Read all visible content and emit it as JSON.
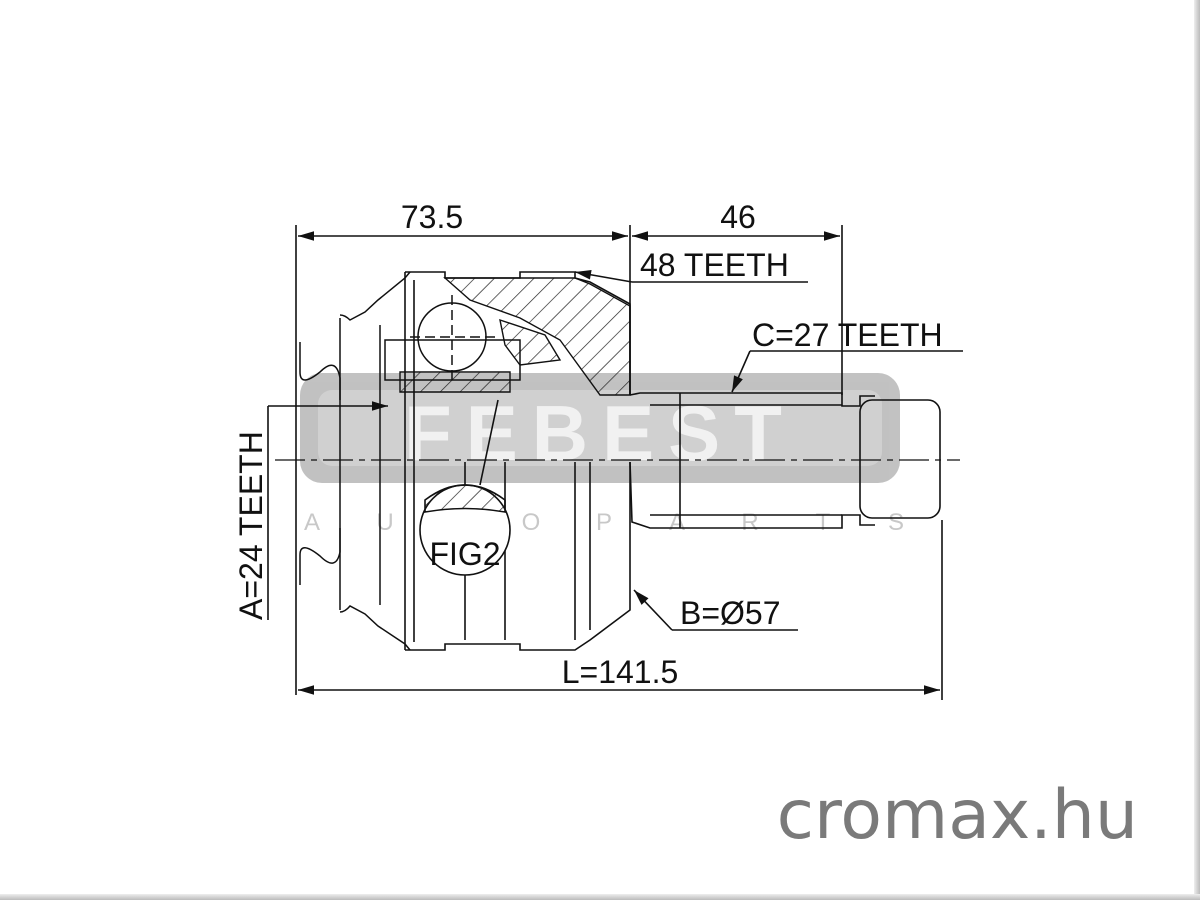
{
  "dimensions": {
    "length_73_5": "73.5",
    "length_46": "46",
    "teeth_48": "48 TEETH",
    "teeth_c": "C=27 TEETH",
    "teeth_a": "A=24 TEETH",
    "diameter_b": "B=Ø57",
    "length_l": "L=141.5",
    "fig_label": "FIG2"
  },
  "watermark": {
    "brand": "FEBEST",
    "tagline_letters": [
      "A",
      "U",
      "T",
      "O",
      "P",
      "A",
      "R",
      "T",
      "S"
    ]
  },
  "site": "cromax.hu",
  "colors": {
    "line": "#111111",
    "watermark": "#9a9a9a",
    "site": "#7a7a7a"
  }
}
